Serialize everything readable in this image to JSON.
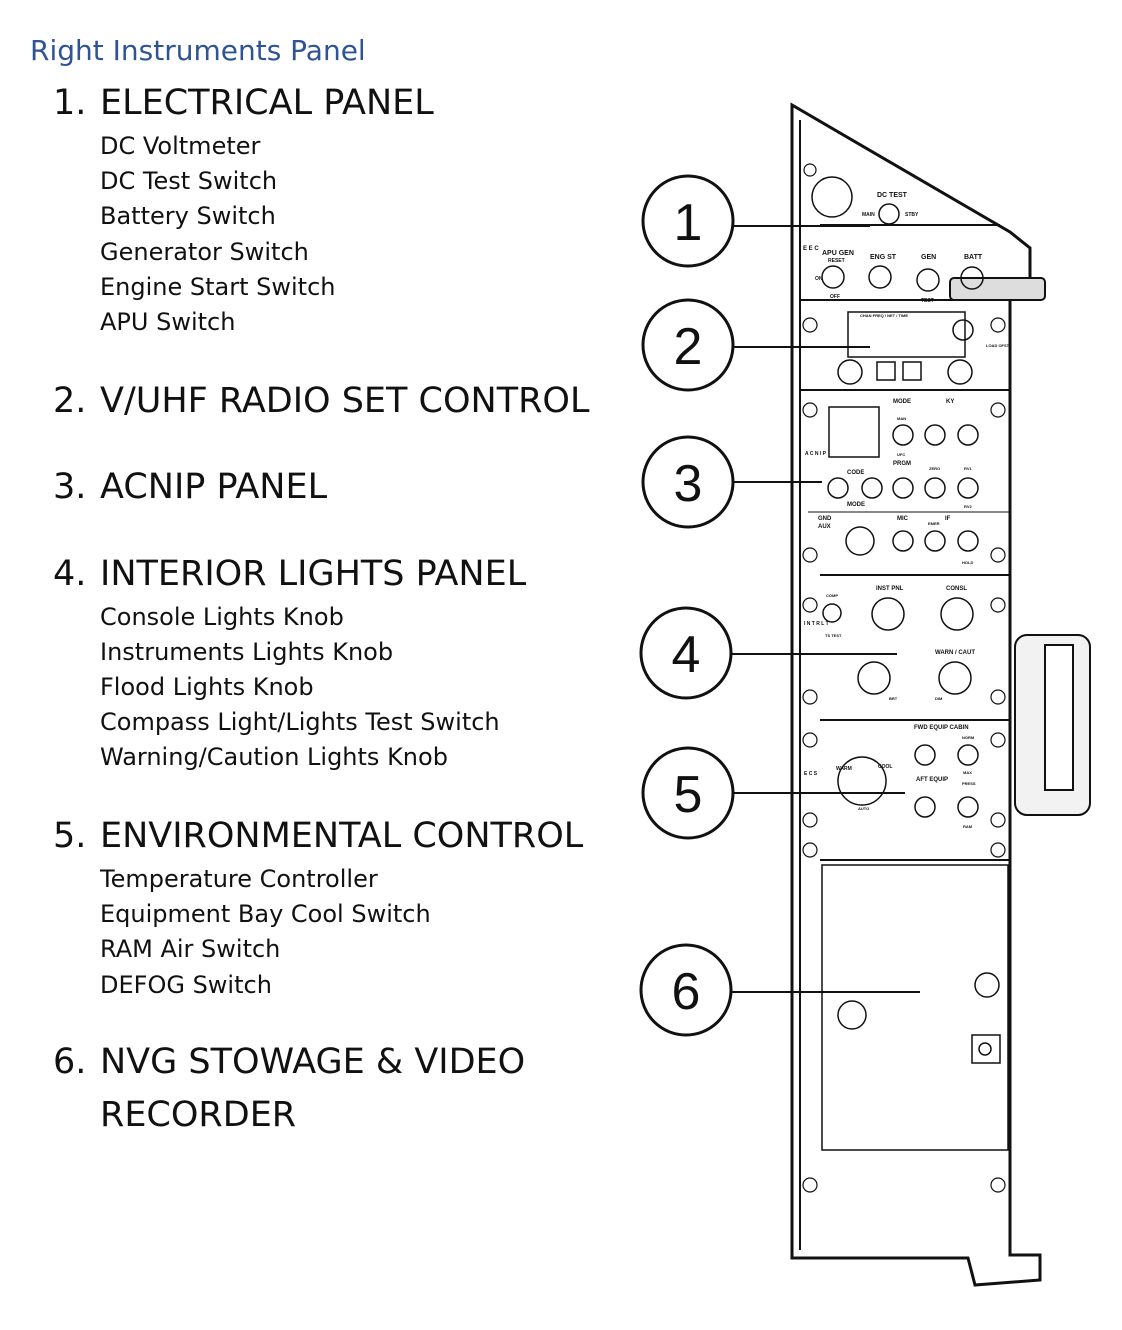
{
  "title": "Right Instruments Panel",
  "sections": [
    {
      "number": "1.",
      "heading": "ELECTRICAL PANEL",
      "items": [
        "DC Voltmeter",
        "DC Test Switch",
        "Battery Switch",
        "Generator Switch",
        "Engine Start Switch",
        "APU Switch"
      ]
    },
    {
      "number": "2.",
      "heading": "V/UHF RADIO SET CONTROL",
      "items": []
    },
    {
      "number": "3.",
      "heading": "ACNIP PANEL",
      "items": []
    },
    {
      "number": "4.",
      "heading": "INTERIOR LIGHTS PANEL",
      "items": [
        "Console Lights Knob",
        "Instruments Lights Knob",
        "Flood Lights Knob",
        "Compass Light/Lights Test Switch",
        "Warning/Caution Lights Knob"
      ]
    },
    {
      "number": "5.",
      "heading": "ENVIRONMENTAL CONTROL",
      "items": [
        "Temperature Controller",
        "Equipment Bay Cool Switch",
        "RAM Air Switch",
        "DEFOG Switch"
      ]
    },
    {
      "number": "6.",
      "heading": "NVG STOWAGE & VIDEO",
      "heading_line2": "RECORDER",
      "items": []
    }
  ],
  "diagram": {
    "callouts": [
      "1",
      "2",
      "3",
      "4",
      "5",
      "6"
    ],
    "labels": {
      "dc_test": "DC TEST",
      "main": "MAIN",
      "stby": "STBY",
      "apu_gen": "APU GEN",
      "reset": "RESET",
      "eng_st": "ENG ST",
      "gen": "GEN",
      "batt": "BATT",
      "on": "ON",
      "off": "OFF",
      "test": "TEST",
      "chan": "CHAN   FREQ / NET / TIME",
      "load_ofst": "LOAD OFST",
      "mode": "MODE",
      "ky": "KY",
      "man": "MAN",
      "ufc": "UFC",
      "prgm": "PRGM",
      "code": "CODE",
      "zero": "ZERO",
      "rv1": "RV1",
      "rv2": "RV2",
      "gnd": "GND",
      "aux": "AUX",
      "mic": "MIC",
      "if": "IF",
      "emer": "EMER",
      "hold": "HOLD",
      "inst_pnl": "INST PNL",
      "consl": "CONSL",
      "comp": "COMP",
      "ts_test": "TS TEST",
      "warn_caut": "WARN / CAUT",
      "dim": "DIM",
      "brt": "BRT",
      "fwd_equip": "FWD EQUIP CABIN",
      "aft_equip": "AFT EQUIP",
      "norm": "NORM",
      "max": "MAX",
      "press": "PRESS",
      "ram": "RAM",
      "warm": "WARM",
      "cool": "COOL",
      "auto": "AUTO",
      "elec": "E E C",
      "acnip": "A C N I P",
      "intr_lt": "I N T R  L T",
      "ecs": "E C S"
    }
  }
}
